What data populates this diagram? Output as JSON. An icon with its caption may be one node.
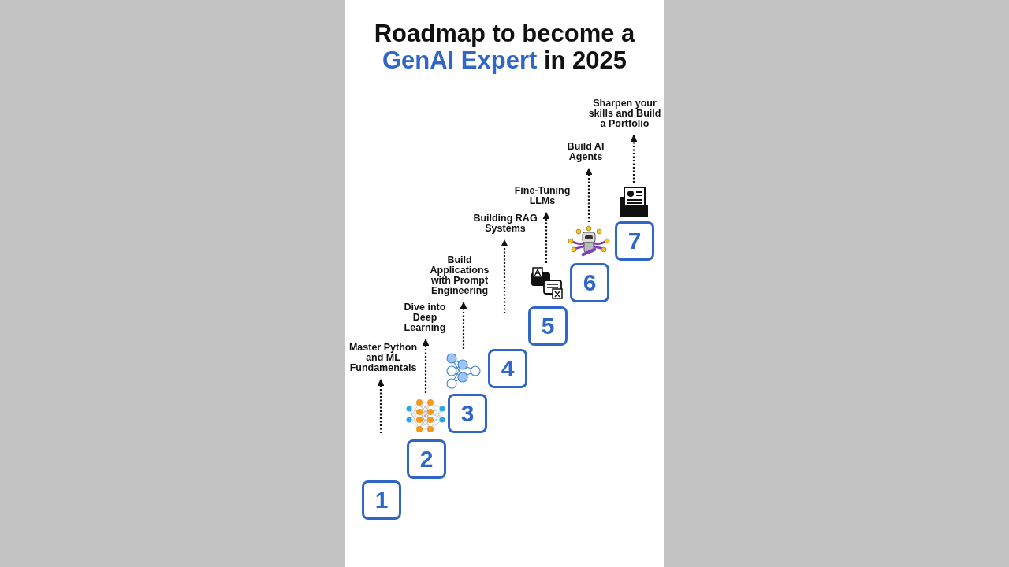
{
  "diagram": {
    "title": "Roadmap to become a **GenAI Expert** in 2025",
    "nodes": [
      {
        "text": [
          "1"
        ]
      },
      {
        "text": [
          "2"
        ]
      },
      {
        "text": [
          "3"
        ]
      },
      {
        "text": [
          "4"
        ]
      },
      {
        "text": [
          "5"
        ]
      },
      {
        "text": [
          "6"
        ]
      },
      {
        "text": [
          "7"
        ]
      },
      {
        "text": [
          "Master Python and ML Fundamentals"
        ]
      },
      {
        "text": [
          "Dive into Deep Learning"
        ]
      },
      {
        "text": [
          "Build Applications with Prompt Engineering"
        ]
      },
      {
        "text": [
          "Building RAG Systems"
        ]
      },
      {
        "text": [
          "Fine-Tuning LLMs"
        ]
      },
      {
        "text": [
          "Build AI Agents"
        ]
      },
      {
        "text": [
          "Sharpen your skills and Build a Portfolio"
        ]
      },
      {
        "text": [],
        "shape": "picture"
      },
      {
        "text": [],
        "shape": "picture"
      },
      {
        "text": [],
        "shape": "picture"
      },
      {
        "text": [],
        "shape": "picture"
      },
      {
        "text": [],
        "shape": "picture"
      }
    ],
    "edges": [
      {
        "from": null,
        "to": 7,
        "arrow": "to",
        "style": "dashed"
      },
      {
        "from": 14,
        "to": 8,
        "arrow": "to",
        "style": "dashed"
      },
      {
        "from": 15,
        "to": 9,
        "arrow": "to",
        "style": "dashed"
      },
      {
        "from": null,
        "to": 10,
        "arrow": "to",
        "style": "dashed"
      },
      {
        "from": 16,
        "to": 11,
        "arrow": "to",
        "style": "dashed"
      },
      {
        "from": 17,
        "to": 12,
        "arrow": "to",
        "style": "dashed"
      },
      {
        "from": 18,
        "to": 13,
        "arrow": "to",
        "style": "dashed"
      }
    ]
  }
}
